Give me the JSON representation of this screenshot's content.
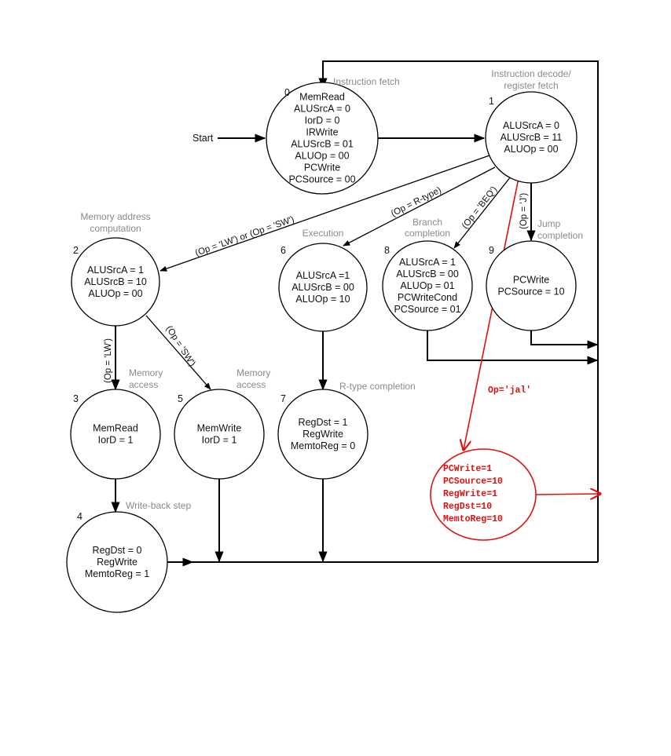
{
  "diagram": {
    "start_label": "Start",
    "states": [
      {
        "id": "0",
        "number": "0",
        "phase": [
          "Instruction fetch"
        ],
        "signals": [
          "MemRead",
          "ALUSrcA = 0",
          "IorD = 0",
          "IRWrite",
          "ALUSrcB = 01",
          "ALUOp = 00",
          "PCWrite",
          "PCSource = 00"
        ]
      },
      {
        "id": "1",
        "number": "1",
        "phase": [
          "Instruction decode/",
          "register fetch"
        ],
        "signals": [
          "ALUSrcA = 0",
          "ALUSrcB = 11",
          "ALUOp = 00"
        ]
      },
      {
        "id": "2",
        "number": "2",
        "phase": [
          "Memory address",
          "computation"
        ],
        "signals": [
          "ALUSrcA = 1",
          "ALUSrcB = 10",
          "ALUOp = 00"
        ]
      },
      {
        "id": "3",
        "number": "3",
        "phase": [
          "Memory",
          "access"
        ],
        "signals": [
          "MemRead",
          "IorD = 1"
        ]
      },
      {
        "id": "4",
        "number": "4",
        "phase": [
          "Write-back step"
        ],
        "signals": [
          "RegDst = 0",
          "RegWrite",
          "MemtoReg = 1"
        ]
      },
      {
        "id": "5",
        "number": "5",
        "phase": [
          "Memory",
          "access"
        ],
        "signals": [
          "MemWrite",
          "IorD = 1"
        ]
      },
      {
        "id": "6",
        "number": "6",
        "phase": [
          "Execution"
        ],
        "signals": [
          "ALUSrcA =1",
          "ALUSrcB = 00",
          "ALUOp = 10"
        ]
      },
      {
        "id": "7",
        "number": "7",
        "phase": [
          "R-type completion"
        ],
        "signals": [
          "RegDst = 1",
          "RegWrite",
          "MemtoReg = 0"
        ]
      },
      {
        "id": "8",
        "number": "8",
        "phase": [
          "Branch",
          "completion"
        ],
        "signals": [
          "ALUSrcA = 1",
          "ALUSrcB = 00",
          "ALUOp = 01",
          "PCWriteCond",
          "PCSource = 01"
        ]
      },
      {
        "id": "9",
        "number": "9",
        "phase": [
          "Jump",
          "completion"
        ],
        "signals": [
          "PCWrite",
          "PCSource = 10"
        ]
      },
      {
        "id": "jal",
        "number": "",
        "phase": [],
        "signals": [
          "PCWrite=1",
          "PCSource=10",
          "RegWrite=1",
          "RegDst=10",
          "MemtoReg=10"
        ],
        "annotation": true
      }
    ],
    "transitions": [
      {
        "from": "1",
        "to": "2",
        "label": "(Op = 'LW') or (Op = 'SW')"
      },
      {
        "from": "1",
        "to": "6",
        "label": "(Op = R-type)"
      },
      {
        "from": "1",
        "to": "8",
        "label": "(Op = 'BEQ')"
      },
      {
        "from": "1",
        "to": "9",
        "label": "(Op = 'J')"
      },
      {
        "from": "2",
        "to": "3",
        "label": "(Op = 'LW')"
      },
      {
        "from": "2",
        "to": "5",
        "label": "(Op = 'SW')"
      },
      {
        "from": "1",
        "to": "jal",
        "label": "Op='jal'"
      }
    ],
    "colors": {
      "annotation": "#e01010",
      "phase": "#8a8a8a",
      "line": "#000000"
    }
  }
}
